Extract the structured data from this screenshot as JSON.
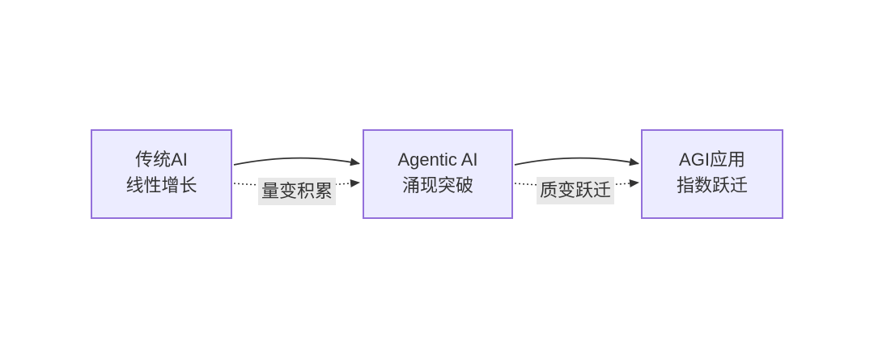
{
  "diagram": {
    "nodes": [
      {
        "id": "traditional-ai",
        "line1": "传统AI",
        "line2": "线性增长"
      },
      {
        "id": "agentic-ai",
        "line1": "Agentic AI",
        "line2": "涌现突破"
      },
      {
        "id": "agi-app",
        "line1": "AGI应用",
        "line2": "指数跃迁"
      }
    ],
    "edges": [
      {
        "from": "traditional-ai",
        "to": "agentic-ai",
        "solid_arrow": true,
        "dotted_arrow": true,
        "label": "量变积累"
      },
      {
        "from": "agentic-ai",
        "to": "agi-app",
        "solid_arrow": true,
        "dotted_arrow": true,
        "label": "质变跃迁"
      }
    ],
    "colors": {
      "node_fill": "#ECECFF",
      "node_border": "#9370DB",
      "edge_stroke": "#333333",
      "label_bg": "#E8E8E8",
      "text": "#333333"
    }
  }
}
